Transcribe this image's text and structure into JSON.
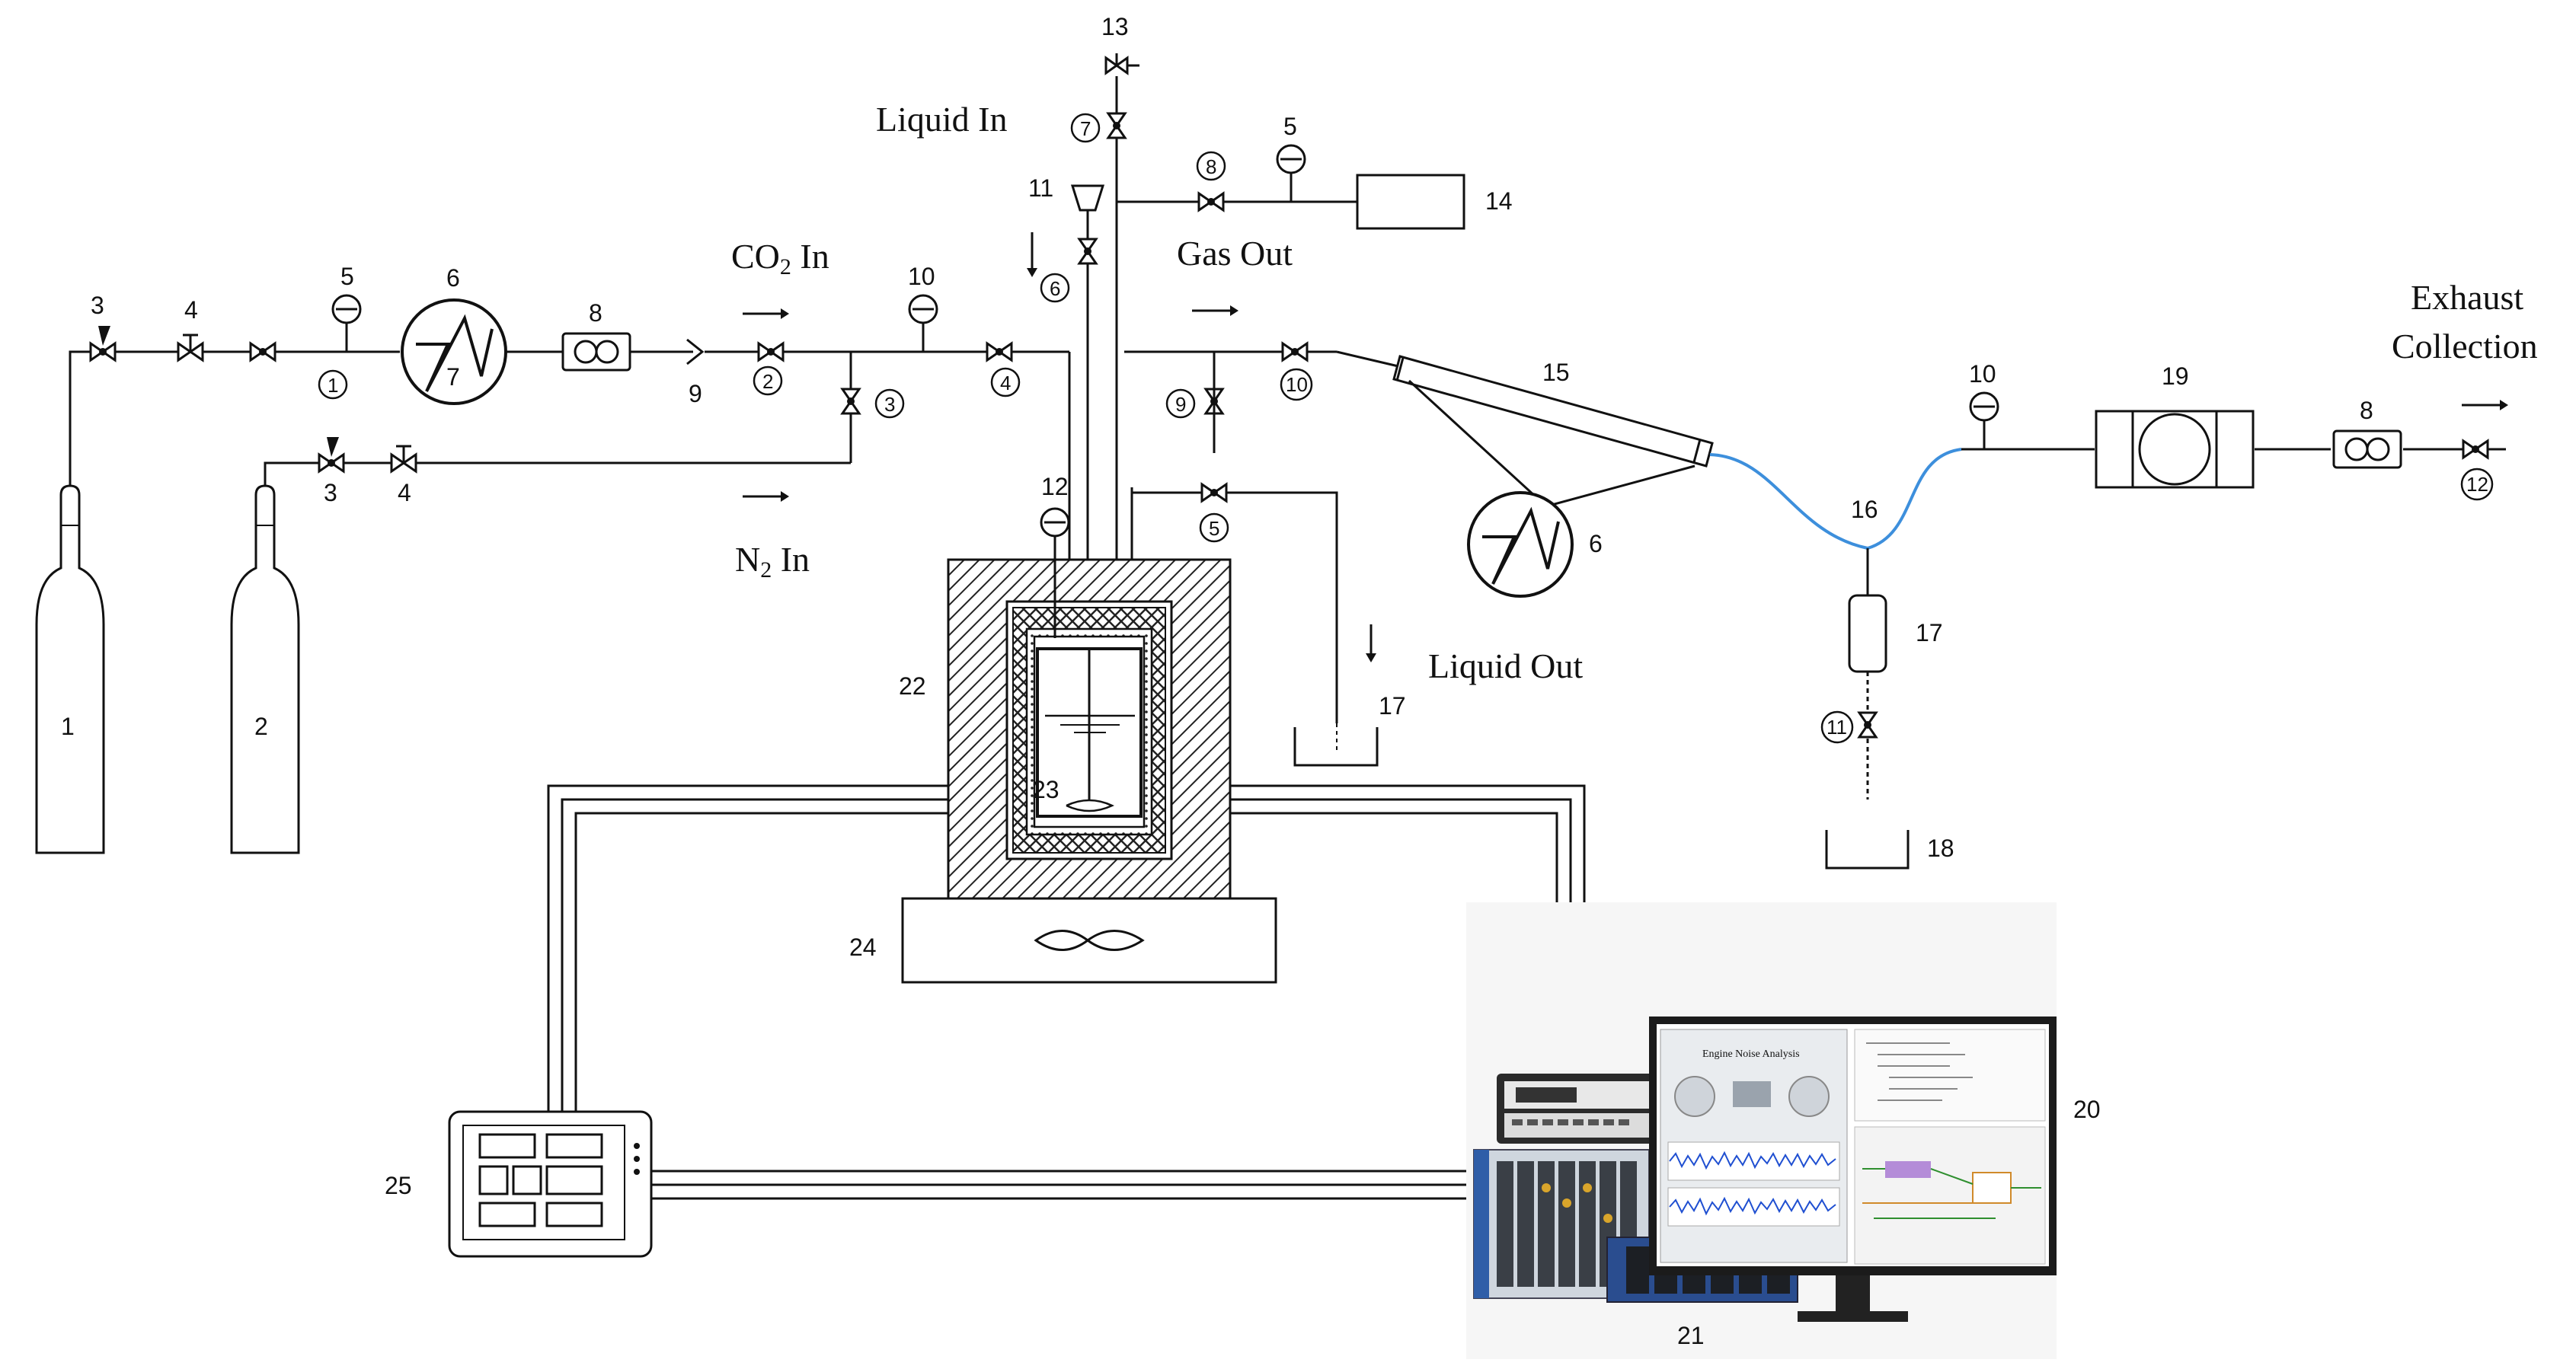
{
  "labels": {
    "liquid_in": "Liquid In",
    "co2_in_main": "CO",
    "co2_in_sub": "2",
    "co2_in_tail": " In",
    "n2_in_main": "N",
    "n2_in_sub": "2",
    "n2_in_tail": " In",
    "gas_out": "Gas Out",
    "liquid_out": "Liquid Out",
    "exhaust_line1": "Exhaust",
    "exhaust_line2": "Collection"
  },
  "component_numbers": {
    "n1": "1",
    "n2": "2",
    "n3a": "3",
    "n3b": "3",
    "n4a": "4",
    "n4b": "4",
    "n5a": "5",
    "n5b": "5",
    "n6a": "6",
    "n6b": "6",
    "n7": "7",
    "n8a": "8",
    "n8b": "8",
    "n9": "9",
    "n10a": "10",
    "n10b": "10",
    "n11": "11",
    "n12": "12",
    "n13": "13",
    "n14": "14",
    "n15": "15",
    "n16": "16",
    "n17a": "17",
    "n17b": "17",
    "n18": "18",
    "n19": "19",
    "n20": "20",
    "n21": "21",
    "n22": "22",
    "n23": "23",
    "n24": "24",
    "n25": "25"
  },
  "valve_numbers": {
    "v1": "1",
    "v2": "2",
    "v3": "3",
    "v4": "4",
    "v5": "5",
    "v6": "6",
    "v7": "7",
    "v8": "8",
    "v9": "9",
    "v10": "10",
    "v11": "11",
    "v12": "12"
  },
  "screen": {
    "title": "Engine Noise Analysis"
  }
}
